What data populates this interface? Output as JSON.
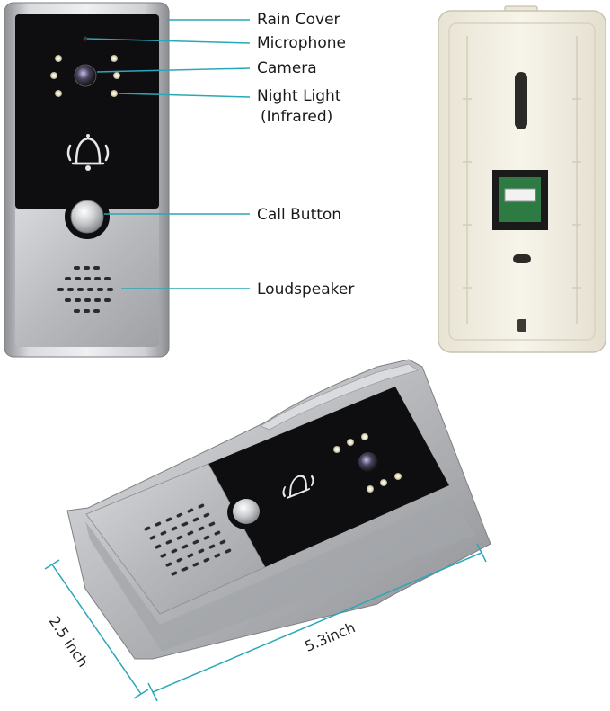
{
  "callouts": {
    "rain_cover": "Rain Cover",
    "microphone": "Microphone",
    "camera": "Camera",
    "night_light_line1": "Night Light",
    "night_light_line2": "(Infrared)",
    "call_button": "Call Button",
    "loudspeaker": "Loudspeaker"
  },
  "dimensions": {
    "width": "2.5 inch",
    "length": "5.3inch"
  },
  "colors": {
    "leader_line": "#2aa7b8",
    "panel_black": "#0e0e10",
    "panel_silver": "#b9bbbe",
    "housing": "#c8cacc",
    "back_plate": "#f3efe2"
  },
  "icons": {
    "bell": "bell-ringing-icon"
  }
}
